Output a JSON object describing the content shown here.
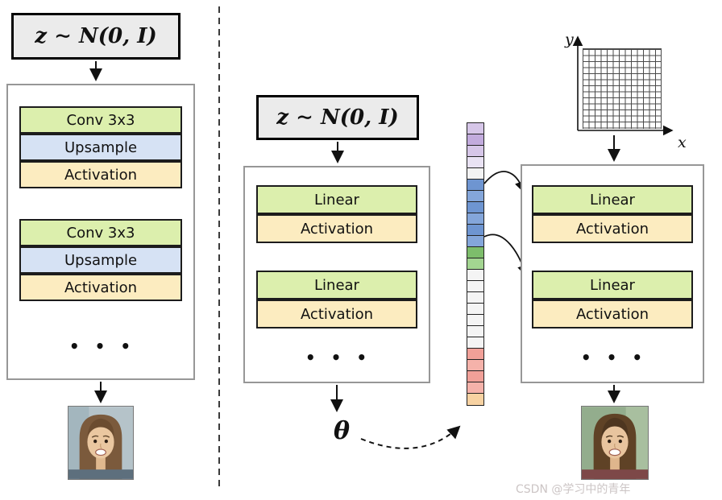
{
  "left_pipeline": {
    "latent": "z ∼ N(0, I)",
    "blocks": [
      "Conv 3x3",
      "Upsample",
      "Activation",
      "Conv 3x3",
      "Upsample",
      "Activation"
    ],
    "ellipsis": "• • •"
  },
  "hypernetwork": {
    "latent": "z ∼ N(0, I)",
    "blocks": [
      "Linear",
      "Activation",
      "Linear",
      "Activation"
    ],
    "ellipsis": "• • •",
    "theta": "θ"
  },
  "right_pipeline": {
    "axis_x": "x",
    "axis_y": "y",
    "blocks": [
      "Linear",
      "Activation",
      "Linear",
      "Activation"
    ],
    "ellipsis": "• • •"
  },
  "vector": {
    "cells": [
      "#d6c6e8",
      "#c2abdd",
      "#d6c6e8",
      "#e9e2f3",
      "#f3f3f3",
      "#6e95d1",
      "#84a6da",
      "#6e95d1",
      "#84a6da",
      "#6e95d1",
      "#84a6da",
      "#7dbd6b",
      "#a3d591",
      "#f4f4f4",
      "#f4f4f4",
      "#f4f4f4",
      "#f4f4f4",
      "#f4f4f4",
      "#f4f4f4",
      "#f4f4f4",
      "#f1a098",
      "#f5b2aa",
      "#f1a098",
      "#f5b2aa",
      "#f7d2a2"
    ]
  },
  "colors": {
    "green": "#dcefad",
    "blue": "#d6e2f4",
    "cream": "#fcecc0",
    "latentbg": "#ebebeb"
  },
  "watermark": {
    "text": "CSDN @学习中的青年"
  }
}
